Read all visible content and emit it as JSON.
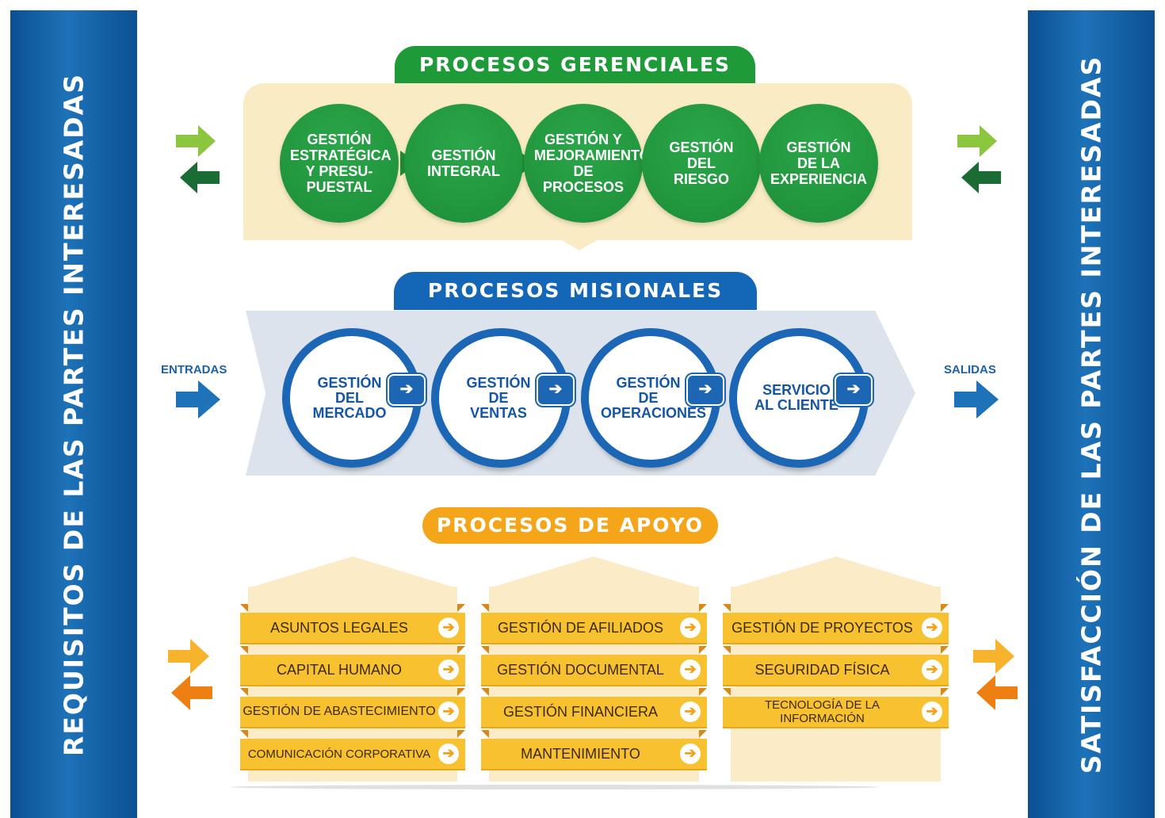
{
  "left_bar": "REQUISITOS DE LAS PARTES INTERESADAS",
  "right_bar": "SATISFACCIÓN DE LAS PARTES INTERESADAS",
  "gerenciales": {
    "title": "PROCESOS GERENCIALES",
    "nodes": [
      "GESTIÓN\nESTRATÉGICA\nY PRESU-\nPUESTAL",
      "GESTIÓN\nINTEGRAL",
      "GESTIÓN Y\nMEJORAMIENTO\nDE PROCESOS",
      "GESTIÓN\nDEL\nRIESGO",
      "GESTIÓN\nDE LA\nEXPERIENCIA"
    ]
  },
  "misionales": {
    "title": "PROCESOS MISIONALES",
    "input_label": "ENTRADAS",
    "output_label": "SALIDAS",
    "nodes": [
      "GESTIÓN\nDEL\nMERCADO",
      "GESTIÓN\nDE\nVENTAS",
      "GESTIÓN\nDE\nOPERACIONES",
      "SERVICIO\nAL CLIENTE"
    ],
    "arrow_glyph": "➔"
  },
  "apoyo": {
    "title": "PROCESOS DE APOYO",
    "columns": [
      [
        "ASUNTOS LEGALES",
        "CAPITAL HUMANO",
        "GESTIÓN DE ABASTECIMIENTO",
        "COMUNICACIÓN CORPORATIVA"
      ],
      [
        "GESTIÓN DE AFILIADOS",
        "GESTIÓN DOCUMENTAL",
        "GESTIÓN FINANCIERA",
        "MANTENIMIENTO"
      ],
      [
        "GESTIÓN DE PROYECTOS",
        "SEGURIDAD FÍSICA",
        "TECNOLOGÍA DE LA INFORMACIÓN"
      ]
    ],
    "arrow_glyph": "➔"
  },
  "colors": {
    "blue_bar": "#1467b6",
    "green": "#1f9a39",
    "light_green": "#8cc63f",
    "dark_green": "#1a6b34",
    "orange": "#f4a51a",
    "dark_orange": "#ee7f12",
    "yellow_row": "#f8c130"
  }
}
